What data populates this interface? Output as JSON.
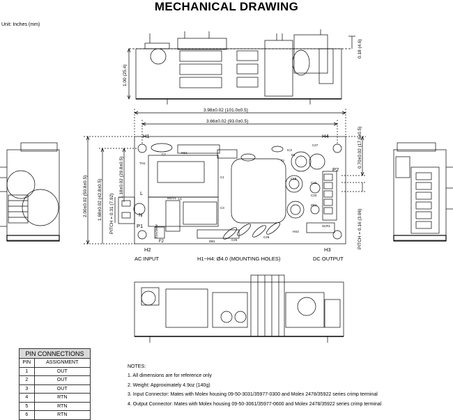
{
  "title": "MECHANICAL DRAWING",
  "unit": "Unit: Inches (mm)",
  "dimensions": {
    "height": "1.00 (25.4)",
    "pin_height": "0.18 (4.6)",
    "overall_width": "3.98±0.02 (101.0±0.5)",
    "mounting_width": "3.66±0.02 (93.0±0.5)",
    "overall_depth": "2.00±0.02 (50.8±0.5)",
    "input_offset_1": "1.68±0.02 (42.8±0.5)",
    "input_offset_2": "1.18±0.02 (29.8±0.5)",
    "input_pitch": "PITCH = 0.31 (7.92)",
    "output_offset": "0.70±0.02 (17.6±0.5)",
    "output_pitch": "PITCH = 0.16 (3.96)"
  },
  "labels": {
    "h1": "H1",
    "h2": "H2",
    "h3": "H3",
    "h4": "H4",
    "p1": "P1",
    "p2": "P2",
    "n": "N",
    "l": "L",
    "ac_input": "AC INPUT",
    "mounting_holes": "H1~H4: Ø4.0 (MOUNTING HOLES)",
    "dc_output": "DC OUTPUT",
    "f2": "F2",
    "t2a": "T2A/250V",
    "movi": "MOV1",
    "db1": "DB1",
    "hs1": "HS1",
    "hs2": "HS2",
    "th1": "TH1",
    "c1": "C1",
    "c2": "C2",
    "c3": "C3",
    "c25": "C25",
    "c26": "C26",
    "c27": "C27",
    "ic2": "IC2",
    "t1": "T1",
    "d1": "D1",
    "l1": "L1",
    "c19": "C19",
    "c22": "C22",
    "c23": "C23",
    "zd1": "ZD1",
    "scr1": "SCR1"
  },
  "pin_table": {
    "title": "PIN CONNECTIONS",
    "headers": [
      "PIN",
      "ASSIGNMENT"
    ],
    "rows": [
      {
        "pin": "1",
        "assignment": "OUT"
      },
      {
        "pin": "2",
        "assignment": "OUT"
      },
      {
        "pin": "3",
        "assignment": "OUT"
      },
      {
        "pin": "4",
        "assignment": "RTN"
      },
      {
        "pin": "5",
        "assignment": "RTN"
      },
      {
        "pin": "6",
        "assignment": "RTN"
      }
    ]
  },
  "notes": {
    "heading": "NOTES:",
    "items": [
      "1. All dimensions are for reference only",
      "2. Weight: Approximately 4.9oz (140g)",
      "3. Input Connector: Mates with Molex housing 09-50-3031/35977-0300 and Molex 2478/35922 series crimp terminal",
      "4. Output Connector: Mates with Molex housing 09-50-3061/35977-0600 and Molex 2478/35922 series crimp terminal"
    ]
  }
}
